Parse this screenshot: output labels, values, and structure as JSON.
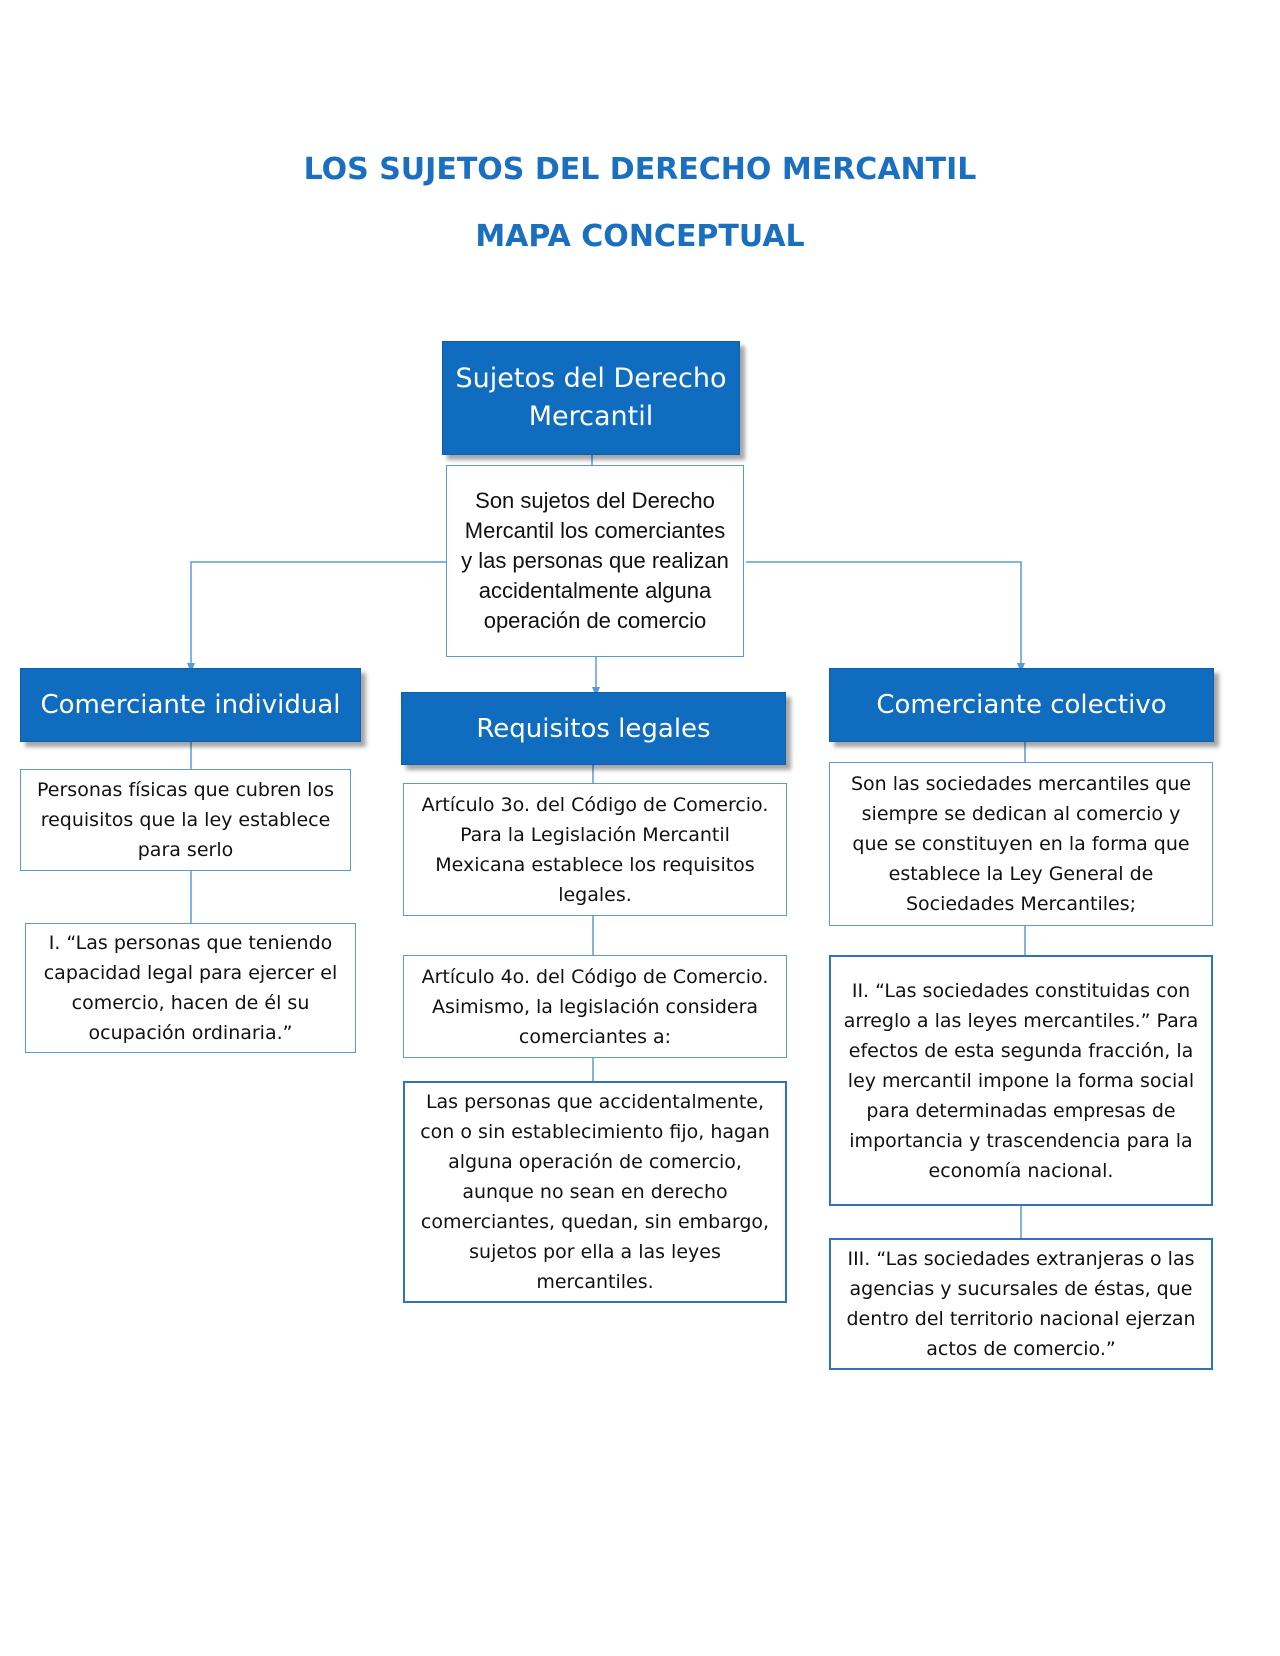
{
  "header": {
    "title": "LOS SUJETOS DEL DERECHO MERCANTIL",
    "subtitle": "MAPA CONCEPTUAL"
  },
  "colors": {
    "accent": "#1a6fc1",
    "node_fill": "#0f6cbf",
    "connector": "#5b9bd5"
  },
  "map": {
    "root": {
      "title": "Sujetos del Derecho Mercantil",
      "definition": "Son sujetos del Derecho Mercantil los comerciantes y las personas que realizan accidentalmente alguna operación de comercio"
    },
    "individual": {
      "title": "Comerciante individual",
      "notes": [
        "Personas físicas que cubren los requisitos que la ley establece para serlo",
        "I. “Las personas que teniendo capacidad legal para ejercer el comercio, hacen de él su ocupación ordinaria.”"
      ]
    },
    "requisitos": {
      "title": "Requisitos legales",
      "notes": [
        "Artículo 3o. del Código de Comercio. Para la Legislación Mercantil Mexicana establece los requisitos legales.",
        "Artículo 4o. del Código de Comercio. Asimismo, la legislación considera comerciantes a:",
        "Las personas que accidentalmente, con o sin establecimiento fijo, hagan alguna operación de comercio, aunque no sean en derecho comerciantes, quedan, sin embargo, sujetos por ella a las leyes mercantiles."
      ]
    },
    "colectivo": {
      "title": "Comerciante colectivo",
      "notes": [
        "Son las sociedades mercantiles que siempre se dedican al comercio y que se constituyen en la forma que establece la Ley General de Sociedades Mercantiles;",
        "II. “Las sociedades constituidas con arreglo a las leyes mercantiles.” Para efectos de esta segunda fracción, la ley mercantil impone la forma social para determinadas empresas de importancia y trascendencia para la economía nacional.",
        "III. “Las sociedades extranjeras o las agencias y sucursales de éstas, que dentro del territorio nacional ejerzan actos de comercio.”"
      ]
    }
  }
}
